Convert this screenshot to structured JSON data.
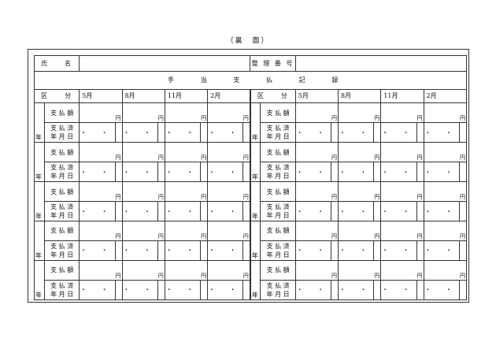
{
  "caption": "（裏　面）",
  "header": {
    "name_label": "氏　　名",
    "number_label": "整 理 番 号"
  },
  "title_chars": [
    "手",
    "当",
    "支",
    "払",
    "記",
    "録"
  ],
  "columns": {
    "kubun_label": "区　　分",
    "months": [
      "5月",
      "8月",
      "11月",
      "2月"
    ]
  },
  "row_labels": {
    "amount": "支 払 額",
    "paid_line1": "支 払 済",
    "paid_line2": "年 月 日",
    "year": "年",
    "yen": "円",
    "date_dots": "・ ・"
  }
}
